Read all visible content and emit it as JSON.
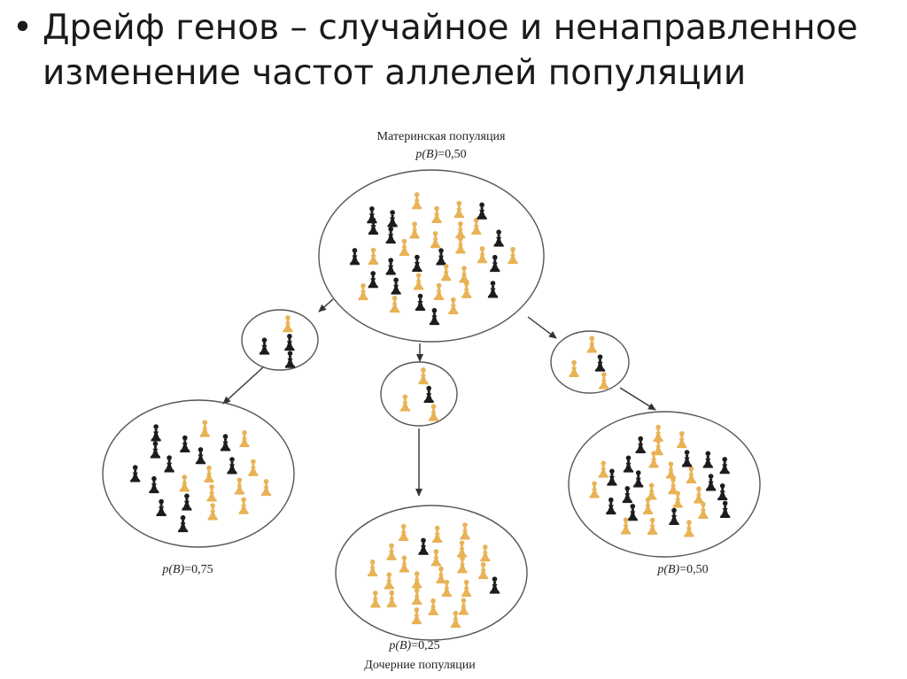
{
  "slide": {
    "bullet": "•",
    "title": "Дрейф генов – случайное и ненаправленное изменение частот аллелей популяции"
  },
  "diagram": {
    "colors": {
      "allele_B": "#1c1c1c",
      "allele_b": "#e8b255",
      "outline": "#555555",
      "arrow": "#333333"
    },
    "mother": {
      "label": "Материнская популяция",
      "freq_var": "p(B)",
      "freq_val": "=0,50",
      "B": 16,
      "b": 20
    },
    "samples": [
      {
        "name": "sample-left",
        "B": 3,
        "b": 1
      },
      {
        "name": "sample-center",
        "B": 1,
        "b": 3
      },
      {
        "name": "sample-right",
        "B": 1,
        "b": 3
      }
    ],
    "daughters": [
      {
        "name": "daughter-left",
        "freq_var": "p(B)",
        "freq_val": "=0,75",
        "B": 12,
        "b": 10
      },
      {
        "name": "daughter-center",
        "freq_var": "p(B)",
        "freq_val": "=0,25",
        "B": 2,
        "b": 23
      },
      {
        "name": "daughter-right",
        "freq_var": "p(B)",
        "freq_val": "=0,50",
        "B": 14,
        "b": 17
      }
    ],
    "footer_label": "Дочерние популяции",
    "icons": {
      "individual": "pawn-icon",
      "arrow": "arrow-icon"
    }
  }
}
